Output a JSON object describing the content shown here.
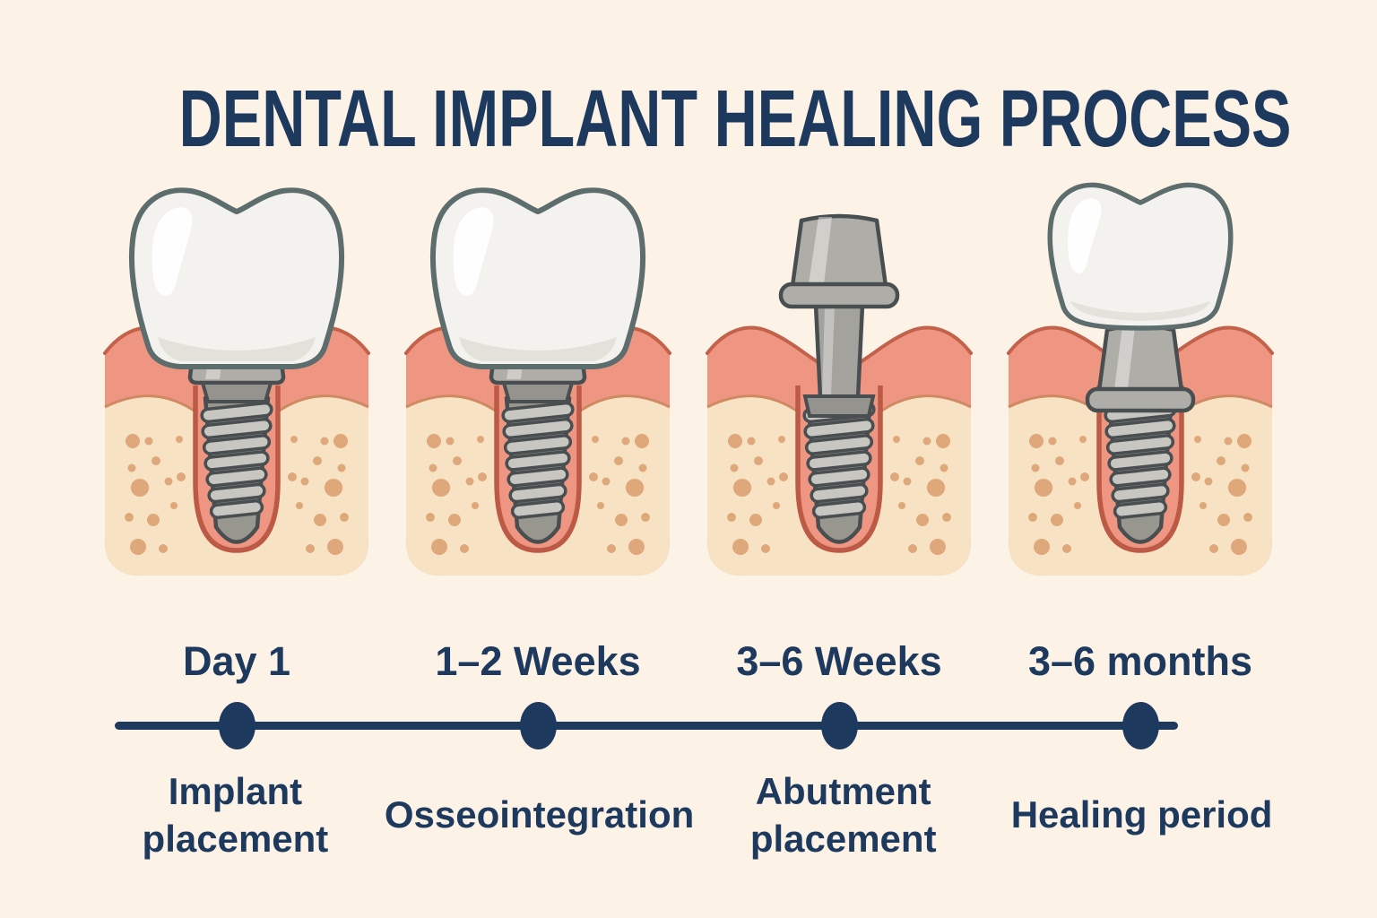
{
  "title": "DENTAL IMPLANT HEALING PROCESS",
  "stages": [
    {
      "time": "Day 1",
      "label": "Implant placement",
      "label_lines": [
        "Implant",
        "placement"
      ],
      "illustration": "crown-and-screw-implant-placed-in-gum-and-bone"
    },
    {
      "time": "1–2 Weeks",
      "label": "Osseointegration",
      "label_lines": [
        "Osseointegration"
      ],
      "illustration": "crown-and-screw-implant-integrating-with-bone"
    },
    {
      "time": "3–6 Weeks",
      "label": "Abutment placement",
      "label_lines": [
        "Abutment",
        "placement"
      ],
      "illustration": "abutment-post-on-screw-implant-no-crown"
    },
    {
      "time": "3–6 months",
      "label": "Healing period",
      "label_lines": [
        "Healing period"
      ],
      "illustration": "crown-hovering-above-abutment-and-screw-implant"
    }
  ],
  "timeline": {
    "dot_count": 4,
    "orientation": "horizontal"
  },
  "colors": {
    "background": "#fcf2e6",
    "navy": "#1d3a5e",
    "gum": "#ee9681",
    "gum_line": "#c4614b",
    "bone": "#f7e3c3",
    "bone_spot": "#dfa87a",
    "bone_line": "#cf8a64",
    "socket_line": "#bc5a46",
    "metal": "#aeada7",
    "metal_light": "#c7c6c0",
    "metal_dark": "#494e51",
    "crown": "#f3f2ee",
    "crown_shade": "#dcdbd3",
    "crown_line": "#5d6c6c"
  }
}
